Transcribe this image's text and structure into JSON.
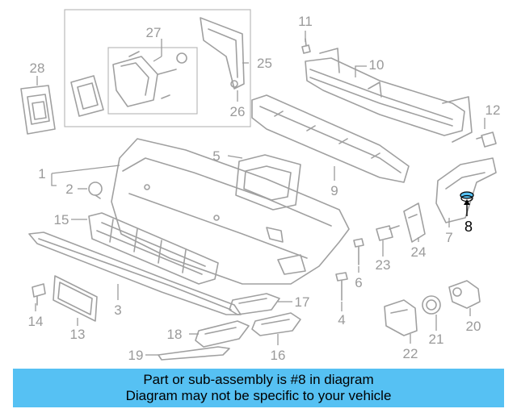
{
  "diagram": {
    "callouts": {
      "c1": "1",
      "c2": "2",
      "c3": "3",
      "c4": "4",
      "c5": "5",
      "c6": "6",
      "c7": "7",
      "c8": "8",
      "c9": "9",
      "c10": "10",
      "c11": "11",
      "c12": "12",
      "c13": "13",
      "c14": "14",
      "c15": "15",
      "c16": "16",
      "c17": "17",
      "c18": "18",
      "c19": "19",
      "c20": "20",
      "c21": "21",
      "c22": "22",
      "c23": "23",
      "c24": "24",
      "c25": "25",
      "c26": "26",
      "c27": "27",
      "c28": "28"
    },
    "highlighted_part": "8",
    "highlight_color": "#000000",
    "part_line_color": "#a0a0a0"
  },
  "banner": {
    "line1": "Part or sub-assembly is #8 in diagram",
    "line2": "Diagram may not be specific to your vehicle",
    "background": "#56c1f3"
  }
}
